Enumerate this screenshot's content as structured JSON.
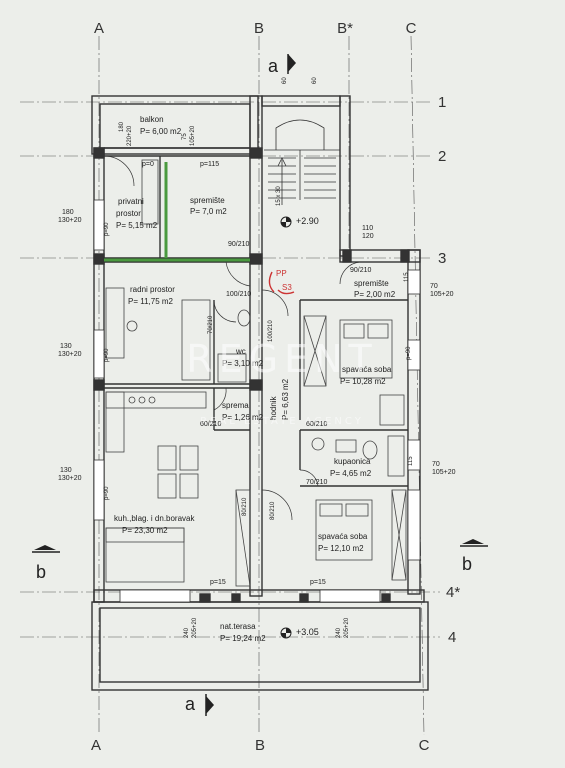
{
  "axes": {
    "columns_top": [
      "A",
      "B",
      "B*",
      "C"
    ],
    "columns_bottom": [
      "A",
      "B",
      "C"
    ],
    "rows": [
      "1",
      "2",
      "3",
      "4*",
      "4"
    ]
  },
  "section_marks": {
    "a": "a",
    "b": "b"
  },
  "levels": {
    "stair_landing": "+2.90",
    "terrace": "+3.05"
  },
  "rooms": {
    "balkon": {
      "name": "balkon",
      "area": "P= 6,00 m2"
    },
    "privatni": {
      "name1": "privatni",
      "name2": "prostor",
      "area": "P= 5,15 m2"
    },
    "spremiste_top": {
      "name": "spremište",
      "area": "P= 7,0 m2"
    },
    "radni": {
      "name": "radni prostor",
      "area": "P= 11,75 m2"
    },
    "wc": {
      "name": "wc",
      "area": "P= 3,10 m2"
    },
    "sprema": {
      "name": "sprema",
      "area": "P= 1,26 m2"
    },
    "hodnik": {
      "name": "hodnik",
      "area": "P= 6,63 m2"
    },
    "spremiste_right": {
      "name": "spremište",
      "area": "P= 2,00 m2"
    },
    "spavaca1": {
      "name": "spavaća soba",
      "area": "P= 10,28 m2"
    },
    "kupaonica": {
      "name": "kupaonica",
      "area": "P= 4,65 m2"
    },
    "kuhinja": {
      "name": "kuh.,blag. i dn.boravak",
      "area": "P= 23,30 m2"
    },
    "spavaca2": {
      "name": "spavaća soba",
      "area": "P= 12,10 m2"
    },
    "terasa": {
      "name": "nat.terasa",
      "area": "P= 19,24 m2"
    }
  },
  "dims": {
    "d1": "180",
    "d2": "220+20",
    "d3": "75",
    "d4": "105+20",
    "d5": "p=0",
    "d6": "p=115",
    "d7": "180",
    "d8": "130+20",
    "d9": "p=90",
    "d10": "90/210",
    "d11": "110",
    "d12": "120",
    "d13": "90/210",
    "d14": "115",
    "d15": "70",
    "d16": "105+20",
    "d17": "100/210",
    "d18": "70/210",
    "d19": "100/210",
    "d20": "130",
    "d21": "130+20",
    "d22": "p=90",
    "d23": "p=90",
    "d24": "60/210",
    "d25": "60/210",
    "d26": "130",
    "d27": "130+20",
    "d28": "p=90",
    "d29": "70",
    "d30": "105+20",
    "d31": "115",
    "d32": "70/210",
    "d33": "80/210",
    "d34": "80/210",
    "d35": "p=15",
    "d36": "p=15",
    "d37": "240",
    "d38": "205+20",
    "d39": "240",
    "d40": "205+20",
    "d41": "15 x 30",
    "d42": "60",
    "d43": "60",
    "pp": "PP",
    "s3": "S3"
  },
  "watermark": {
    "main": "REGENT",
    "sub": "REAL ESTATE AGENCY"
  }
}
